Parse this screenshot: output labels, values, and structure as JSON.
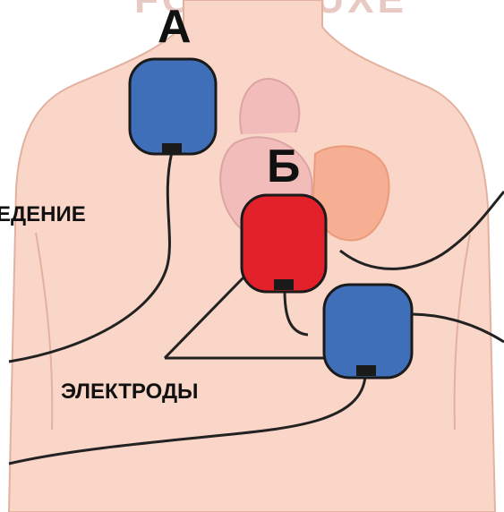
{
  "labels": {
    "pad_a": "А",
    "pad_b": "Б",
    "lead": "ЕДЕНИЕ",
    "electrodes": "ЭЛЕКТРОДЫ"
  },
  "colors": {
    "skin": "#f9d6c7",
    "skin_outline": "#e3b19f",
    "pad_blue": "#3f6fb8",
    "pad_red": "#e3212b",
    "heart": "#f0b8b8",
    "heart_right": "#f6a98a",
    "cable": "#222222"
  },
  "watermark": "FOXDELUXE"
}
